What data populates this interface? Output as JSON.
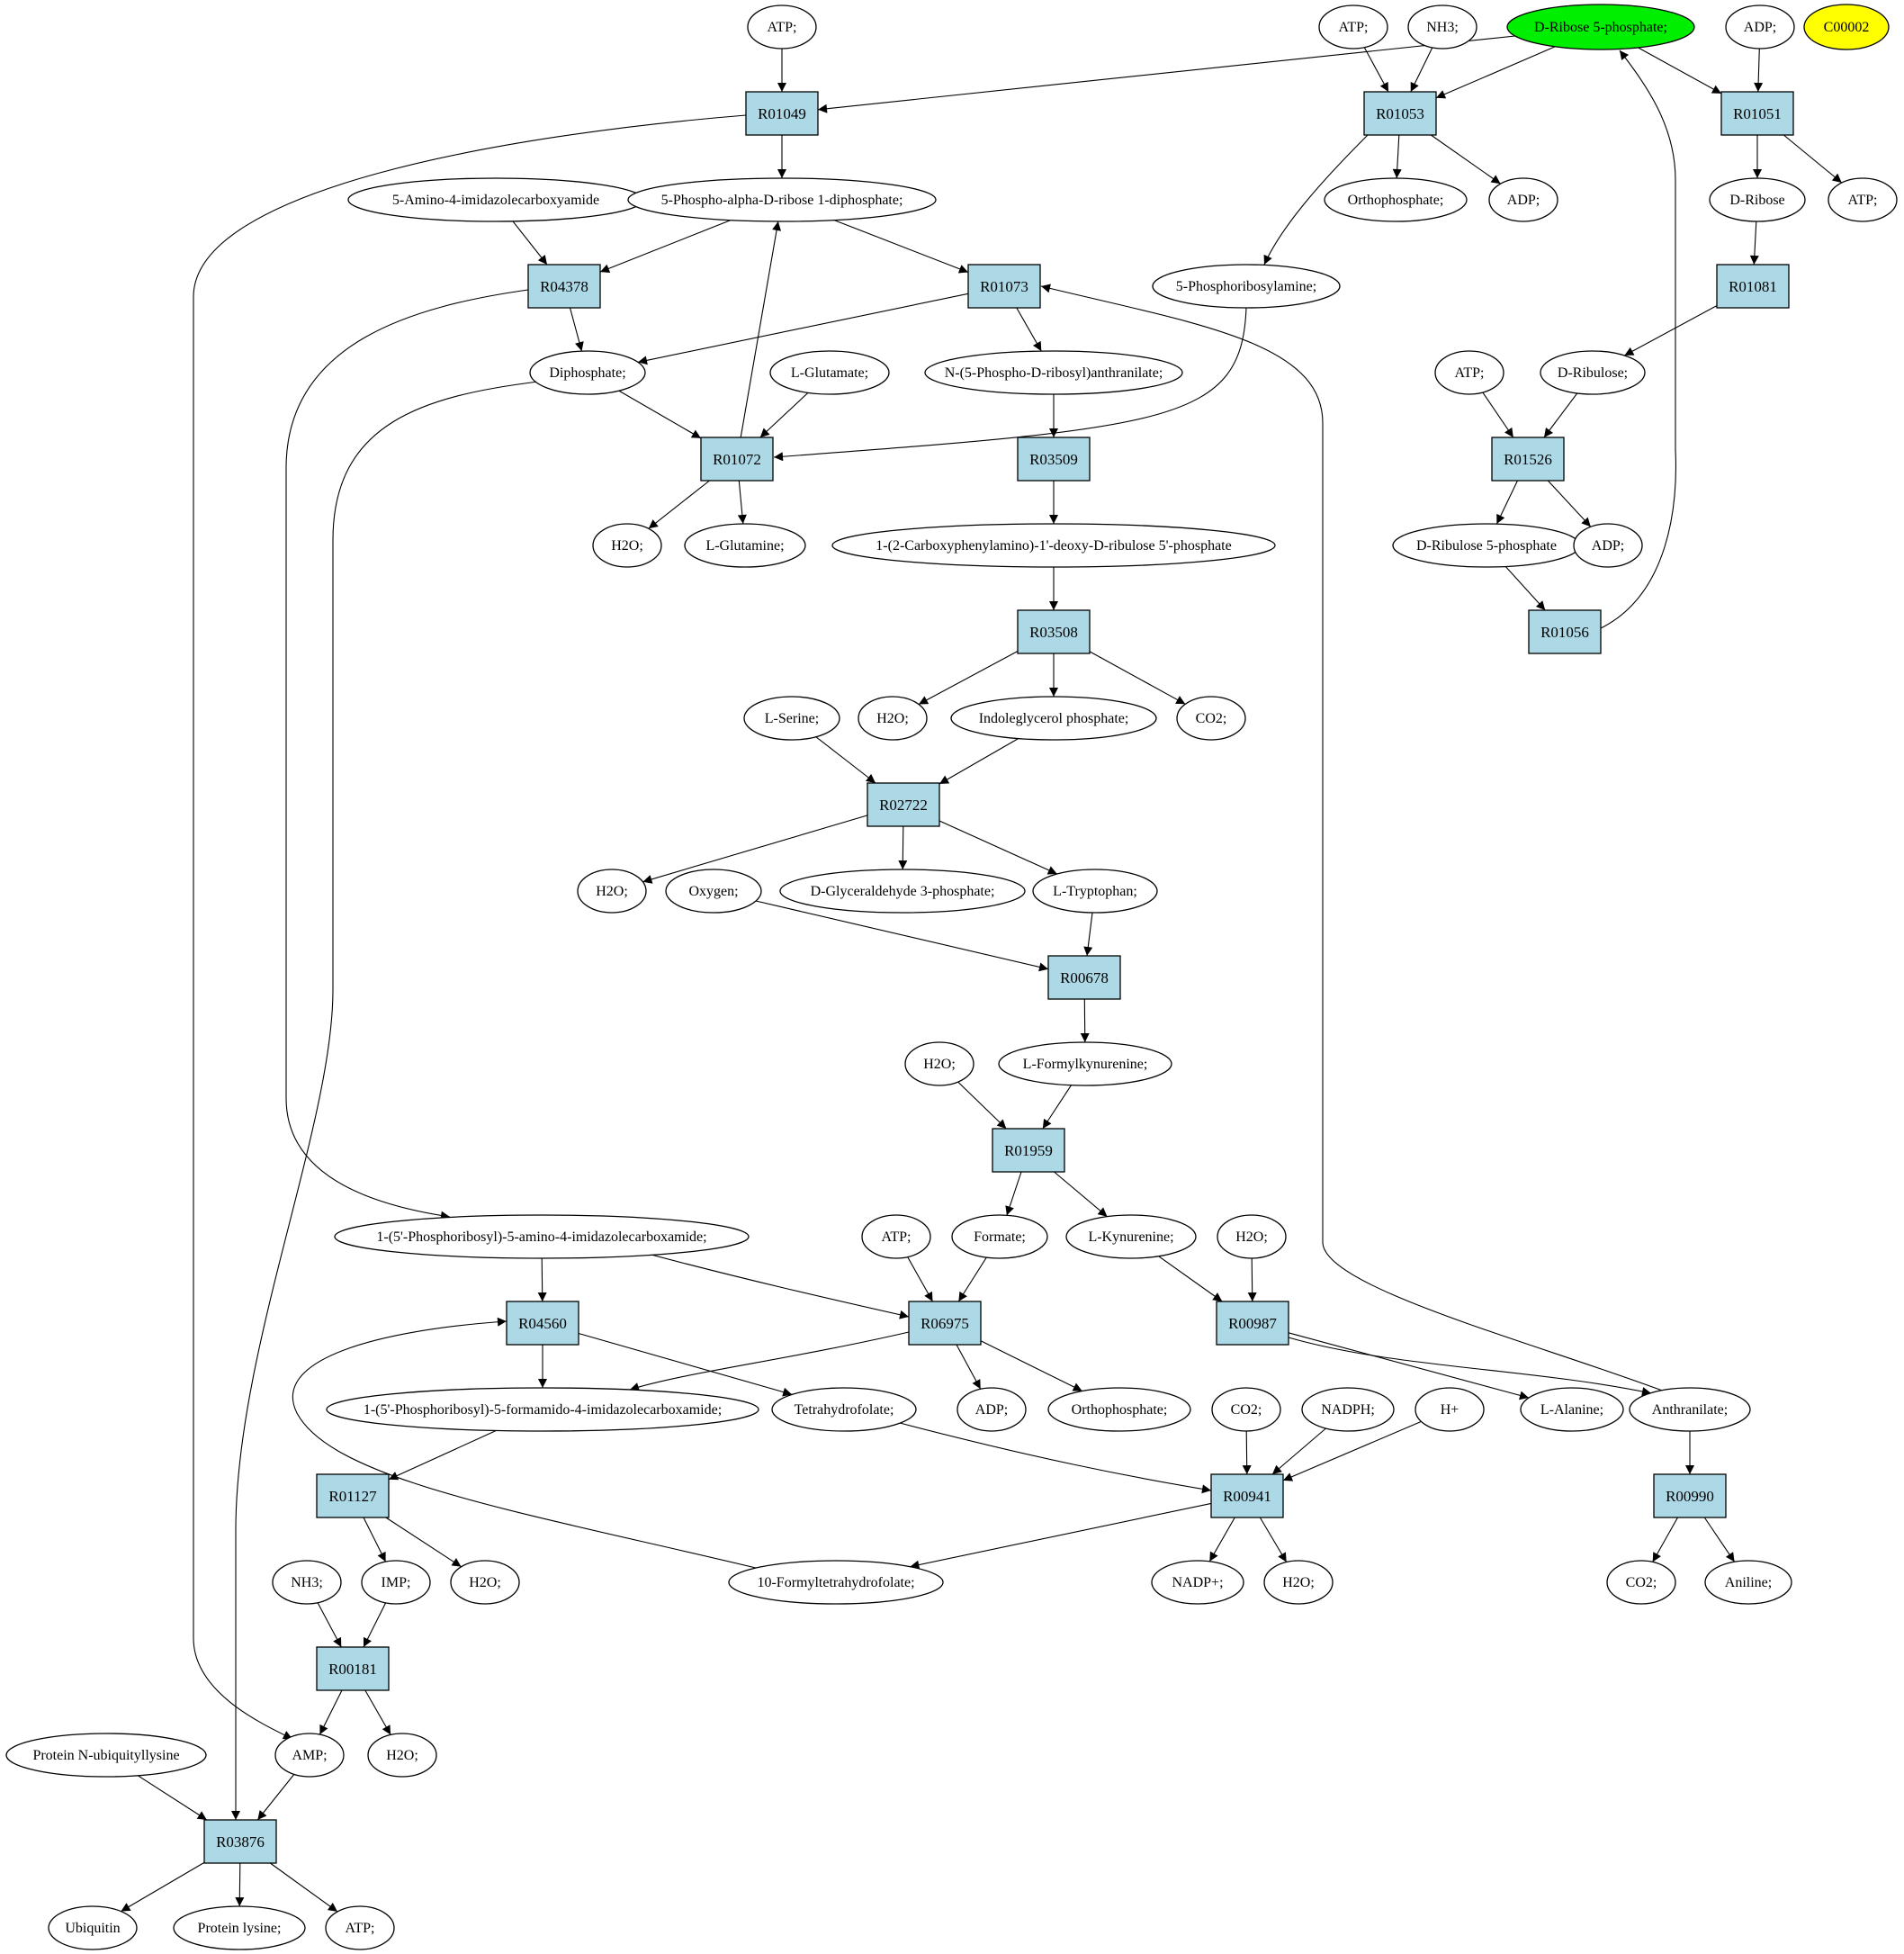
{
  "colors": {
    "reaction_fill": "#add8e6",
    "highlight_green": "#00ee00",
    "highlight_yellow": "#ffff00",
    "compound_fill": "#ffffff"
  },
  "compounds": [
    {
      "id": "atp_1",
      "label": "ATP;"
    },
    {
      "id": "atp_2",
      "label": "ATP;"
    },
    {
      "id": "nh3_1",
      "label": "NH3;"
    },
    {
      "id": "r5p",
      "label": "D-Ribose 5-phosphate;",
      "color": "#00ee00"
    },
    {
      "id": "adp_1",
      "label": "ADP;"
    },
    {
      "id": "c00002",
      "label": "C00002",
      "color": "#ffff00"
    },
    {
      "id": "aica",
      "label": "5-Amino-4-imidazolecarboxyamide"
    },
    {
      "id": "prpp",
      "label": "5-Phospho-alpha-D-ribose 1-diphosphate;"
    },
    {
      "id": "orthophos_1",
      "label": "Orthophosphate;"
    },
    {
      "id": "adp_2",
      "label": "ADP;"
    },
    {
      "id": "dribose",
      "label": "D-Ribose"
    },
    {
      "id": "atp_3",
      "label": "ATP;"
    },
    {
      "id": "phosphoribosylamine",
      "label": "5-Phosphoribosylamine;"
    },
    {
      "id": "diphosphate",
      "label": "Diphosphate;"
    },
    {
      "id": "lglutamate",
      "label": "L-Glutamate;"
    },
    {
      "id": "npra",
      "label": "N-(5-Phospho-D-ribosyl)anthranilate;"
    },
    {
      "id": "atp_4",
      "label": "ATP;"
    },
    {
      "id": "dribulose",
      "label": "D-Ribulose;"
    },
    {
      "id": "h2o_1",
      "label": "H2O;"
    },
    {
      "id": "lglutamine",
      "label": "L-Glutamine;"
    },
    {
      "id": "cdrp",
      "label": "1-(2-Carboxyphenylamino)-1'-deoxy-D-ribulose 5'-phosphate"
    },
    {
      "id": "ru5p",
      "label": "D-Ribulose 5-phosphate"
    },
    {
      "id": "adp_3",
      "label": "ADP;"
    },
    {
      "id": "lserine",
      "label": "L-Serine;"
    },
    {
      "id": "h2o_2",
      "label": "H2O;"
    },
    {
      "id": "igp",
      "label": "Indoleglycerol phosphate;"
    },
    {
      "id": "co2_1",
      "label": "CO2;"
    },
    {
      "id": "h2o_3",
      "label": "H2O;"
    },
    {
      "id": "oxygen",
      "label": "Oxygen;"
    },
    {
      "id": "g3p",
      "label": "D-Glyceraldehyde 3-phosphate;"
    },
    {
      "id": "ltryptophan",
      "label": "L-Tryptophan;"
    },
    {
      "id": "h2o_4",
      "label": "H2O;"
    },
    {
      "id": "lformylkyn",
      "label": "L-Formylkynurenine;"
    },
    {
      "id": "air_carbox",
      "label": "1-(5'-Phosphoribosyl)-5-amino-4-imidazolecarboxamide;"
    },
    {
      "id": "atp_5",
      "label": "ATP;"
    },
    {
      "id": "formate",
      "label": "Formate;"
    },
    {
      "id": "lkynurenine",
      "label": "L-Kynurenine;"
    },
    {
      "id": "h2o_5",
      "label": "H2O;"
    },
    {
      "id": "faicar",
      "label": "1-(5'-Phosphoribosyl)-5-formamido-4-imidazolecarboxamide;"
    },
    {
      "id": "thf",
      "label": "Tetrahydrofolate;"
    },
    {
      "id": "adp_4",
      "label": "ADP;"
    },
    {
      "id": "orthophos_2",
      "label": "Orthophosphate;"
    },
    {
      "id": "co2_2",
      "label": "CO2;"
    },
    {
      "id": "nadph",
      "label": "NADPH;"
    },
    {
      "id": "hplus",
      "label": "H+"
    },
    {
      "id": "lalanine",
      "label": "L-Alanine;"
    },
    {
      "id": "anthranilate",
      "label": "Anthranilate;"
    },
    {
      "id": "nh3_2",
      "label": "NH3;"
    },
    {
      "id": "imp",
      "label": "IMP;"
    },
    {
      "id": "h2o_6",
      "label": "H2O;"
    },
    {
      "id": "formylthf",
      "label": "10-Formyltetrahydrofolate;"
    },
    {
      "id": "nadp",
      "label": "NADP+;"
    },
    {
      "id": "h2o_7",
      "label": "H2O;"
    },
    {
      "id": "co2_3",
      "label": "CO2;"
    },
    {
      "id": "aniline",
      "label": "Aniline;"
    },
    {
      "id": "protubq",
      "label": "Protein N-ubiquityllysine"
    },
    {
      "id": "amp",
      "label": "AMP;"
    },
    {
      "id": "h2o_8",
      "label": "H2O;"
    },
    {
      "id": "ubiquitin",
      "label": "Ubiquitin"
    },
    {
      "id": "proteinlys",
      "label": "Protein lysine;"
    },
    {
      "id": "atp_6",
      "label": "ATP;"
    }
  ],
  "reactions": [
    {
      "id": "R01049",
      "label": "R01049"
    },
    {
      "id": "R01053",
      "label": "R01053"
    },
    {
      "id": "R01051",
      "label": "R01051"
    },
    {
      "id": "R04378",
      "label": "R04378"
    },
    {
      "id": "R01073",
      "label": "R01073"
    },
    {
      "id": "R01081",
      "label": "R01081"
    },
    {
      "id": "R01072",
      "label": "R01072"
    },
    {
      "id": "R03509",
      "label": "R03509"
    },
    {
      "id": "R01526",
      "label": "R01526"
    },
    {
      "id": "R03508",
      "label": "R03508"
    },
    {
      "id": "R01056",
      "label": "R01056"
    },
    {
      "id": "R02722",
      "label": "R02722"
    },
    {
      "id": "R00678",
      "label": "R00678"
    },
    {
      "id": "R01959",
      "label": "R01959"
    },
    {
      "id": "R04560",
      "label": "R04560"
    },
    {
      "id": "R06975",
      "label": "R06975"
    },
    {
      "id": "R00987",
      "label": "R00987"
    },
    {
      "id": "R01127",
      "label": "R01127"
    },
    {
      "id": "R00941",
      "label": "R00941"
    },
    {
      "id": "R00990",
      "label": "R00990"
    },
    {
      "id": "R00181",
      "label": "R00181"
    },
    {
      "id": "R03876",
      "label": "R03876"
    }
  ],
  "edges": [
    [
      "atp_1",
      "R01049"
    ],
    [
      "r5p",
      "R01049"
    ],
    [
      "R01049",
      "prpp"
    ],
    [
      "R01049",
      "amp"
    ],
    [
      "atp_2",
      "R01053"
    ],
    [
      "nh3_1",
      "R01053"
    ],
    [
      "r5p",
      "R01053"
    ],
    [
      "R01053",
      "orthophos_1"
    ],
    [
      "R01053",
      "adp_2"
    ],
    [
      "R01053",
      "phosphoribosylamine"
    ],
    [
      "adp_1",
      "R01051"
    ],
    [
      "r5p",
      "R01051"
    ],
    [
      "R01051",
      "dribose"
    ],
    [
      "R01051",
      "atp_3"
    ],
    [
      "aica",
      "R04378"
    ],
    [
      "prpp",
      "R04378"
    ],
    [
      "R04378",
      "diphosphate"
    ],
    [
      "R04378",
      "air_carbox"
    ],
    [
      "prpp",
      "R01073"
    ],
    [
      "R01073",
      "diphosphate"
    ],
    [
      "R01073",
      "npra"
    ],
    [
      "anthranilate",
      "R01073"
    ],
    [
      "dribose",
      "R01081"
    ],
    [
      "R01081",
      "dribulose"
    ],
    [
      "diphosphate",
      "R01072"
    ],
    [
      "lglutamate",
      "R01072"
    ],
    [
      "phosphoribosylamine",
      "R01072"
    ],
    [
      "R01072",
      "prpp"
    ],
    [
      "R01072",
      "h2o_1"
    ],
    [
      "R01072",
      "lglutamine"
    ],
    [
      "npra",
      "R03509"
    ],
    [
      "R03509",
      "cdrp"
    ],
    [
      "atp_4",
      "R01526"
    ],
    [
      "dribulose",
      "R01526"
    ],
    [
      "R01526",
      "ru5p"
    ],
    [
      "R01526",
      "adp_3"
    ],
    [
      "cdrp",
      "R03508"
    ],
    [
      "R03508",
      "h2o_2"
    ],
    [
      "R03508",
      "igp"
    ],
    [
      "R03508",
      "co2_1"
    ],
    [
      "ru5p",
      "R01056"
    ],
    [
      "R01056",
      "r5p"
    ],
    [
      "lserine",
      "R02722"
    ],
    [
      "igp",
      "R02722"
    ],
    [
      "R02722",
      "h2o_3"
    ],
    [
      "R02722",
      "g3p"
    ],
    [
      "R02722",
      "ltryptophan"
    ],
    [
      "oxygen",
      "R00678"
    ],
    [
      "ltryptophan",
      "R00678"
    ],
    [
      "R00678",
      "lformylkyn"
    ],
    [
      "h2o_4",
      "R01959"
    ],
    [
      "lformylkyn",
      "R01959"
    ],
    [
      "R01959",
      "formate"
    ],
    [
      "R01959",
      "lkynurenine"
    ],
    [
      "air_carbox",
      "R04560"
    ],
    [
      "formylthf",
      "R04560"
    ],
    [
      "R04560",
      "faicar"
    ],
    [
      "R04560",
      "thf"
    ],
    [
      "air_carbox",
      "R06975"
    ],
    [
      "atp_5",
      "R06975"
    ],
    [
      "formate",
      "R06975"
    ],
    [
      "R06975",
      "faicar"
    ],
    [
      "R06975",
      "adp_4"
    ],
    [
      "R06975",
      "orthophos_2"
    ],
    [
      "lkynurenine",
      "R00987"
    ],
    [
      "h2o_5",
      "R00987"
    ],
    [
      "R00987",
      "lalanine"
    ],
    [
      "R00987",
      "anthranilate"
    ],
    [
      "faicar",
      "R01127"
    ],
    [
      "R01127",
      "imp"
    ],
    [
      "R01127",
      "h2o_6"
    ],
    [
      "thf",
      "R00941"
    ],
    [
      "co2_2",
      "R00941"
    ],
    [
      "nadph",
      "R00941"
    ],
    [
      "hplus",
      "R00941"
    ],
    [
      "R00941",
      "formylthf"
    ],
    [
      "R00941",
      "nadp"
    ],
    [
      "R00941",
      "h2o_7"
    ],
    [
      "anthranilate",
      "R00990"
    ],
    [
      "R00990",
      "co2_3"
    ],
    [
      "R00990",
      "aniline"
    ],
    [
      "nh3_2",
      "R00181"
    ],
    [
      "imp",
      "R00181"
    ],
    [
      "R00181",
      "amp"
    ],
    [
      "R00181",
      "h2o_8"
    ],
    [
      "protubq",
      "R03876"
    ],
    [
      "amp",
      "R03876"
    ],
    [
      "diphosphate",
      "R03876"
    ],
    [
      "R03876",
      "ubiquitin"
    ],
    [
      "R03876",
      "proteinlys"
    ],
    [
      "R03876",
      "atp_6"
    ]
  ]
}
